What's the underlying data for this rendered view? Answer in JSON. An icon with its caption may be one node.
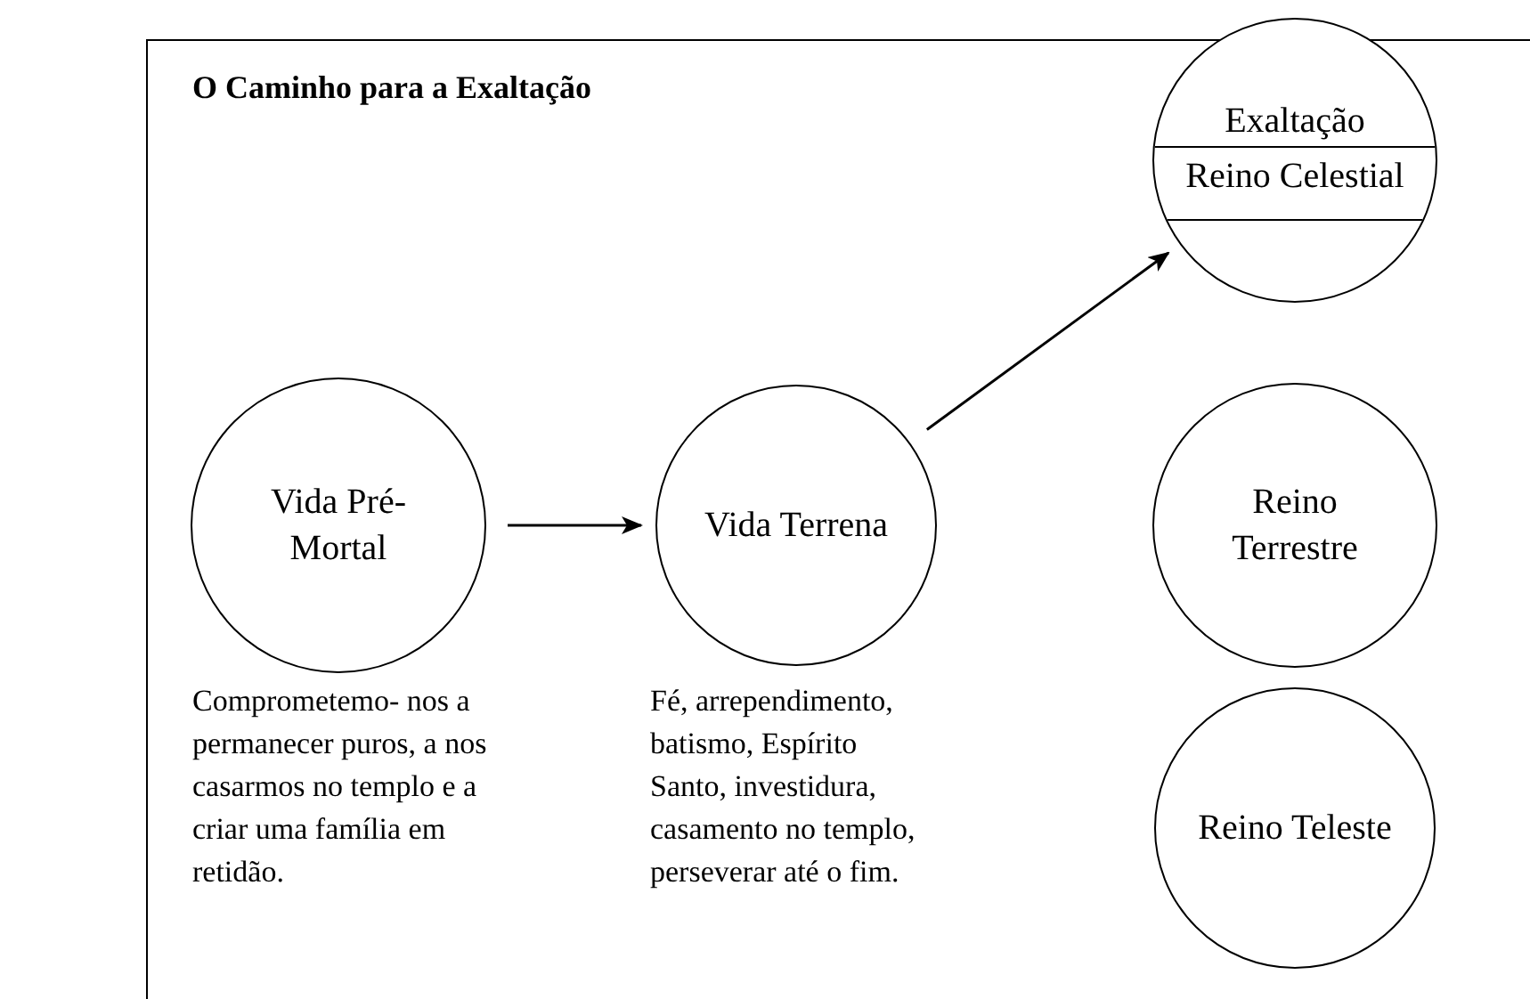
{
  "diagram": {
    "title": "O Caminho para a Exaltação",
    "nodes": [
      {
        "text": [
          "Vida Pré-Mortal"
        ],
        "beside": [
          "Comprometemo- nos a permanecer puros, a nos casarmos no templo e a criar uma família em retidão."
        ]
      },
      {
        "text": [
          "Vida Terrena"
        ],
        "beside": [
          "Fé, arrependimento, batismo, Espírito Santo, investidura, casamento no templo, perseverar até o fim."
        ]
      },
      {
        "text": [
          "Exaltação",
          "Reino Celestial"
        ]
      },
      {
        "text": [
          "Reino Terrestre"
        ]
      },
      {
        "text": [
          "Reino Teleste"
        ]
      }
    ],
    "edges": [
      {
        "from": 0,
        "to": 1,
        "arrow": "to"
      },
      {
        "from": 1,
        "to": 2,
        "arrow": "to"
      }
    ]
  }
}
